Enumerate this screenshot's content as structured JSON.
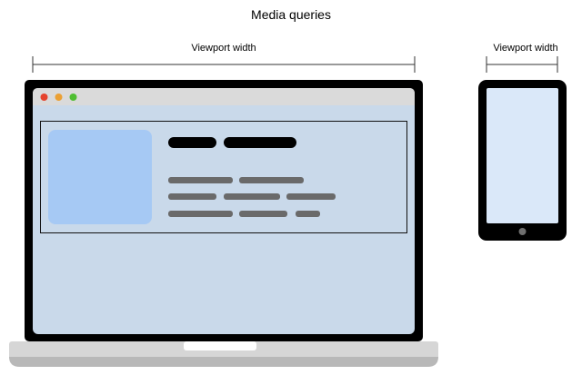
{
  "title": "Media queries",
  "laptop": {
    "dimension_label": "Viewport width",
    "window_controls": [
      {
        "name": "close-dot",
        "color": "#e5432d"
      },
      {
        "name": "minimize-dot",
        "color": "#eba033"
      },
      {
        "name": "zoom-dot",
        "color": "#4fbe32"
      }
    ]
  },
  "phone": {
    "dimension_label": "Viewport width"
  },
  "colors": {
    "device_frame": "#000000",
    "laptop_screen": "#c9d9ea",
    "browser_bar": "#dadada",
    "image_placeholder": "#a6c9f4",
    "heading_bar": "#000000",
    "text_line": "#6a6a6a",
    "laptop_base": "#d6d6d6",
    "laptop_base_bottom": "#b8b8b8",
    "phone_screen": "#dae8f9",
    "home_button": "#6f6f6f",
    "dimension_line": "#333333"
  }
}
